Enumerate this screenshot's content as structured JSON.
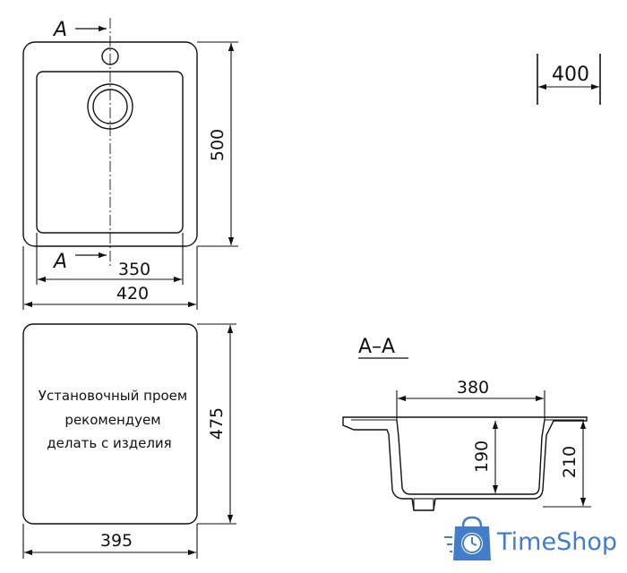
{
  "top_view": {
    "section_marker_top": "A",
    "section_marker_bottom": "A",
    "dim_height": "500",
    "dim_inner_width": "350",
    "dim_outer_width": "420"
  },
  "standalone_dim": "400",
  "cutout_view": {
    "note_lines": [
      "Установочный проем",
      "рекомендуем",
      "делать с изделия"
    ],
    "dim_height": "475",
    "dim_width": "395"
  },
  "section_view": {
    "title": "A–A",
    "dim_width": "380",
    "dim_depth_inner": "190",
    "dim_depth_outer": "210"
  },
  "watermark": {
    "text": "TimeShop",
    "logo_icon": "shopping-bag-clock-icon",
    "brand_color": "#2f6fc4"
  }
}
